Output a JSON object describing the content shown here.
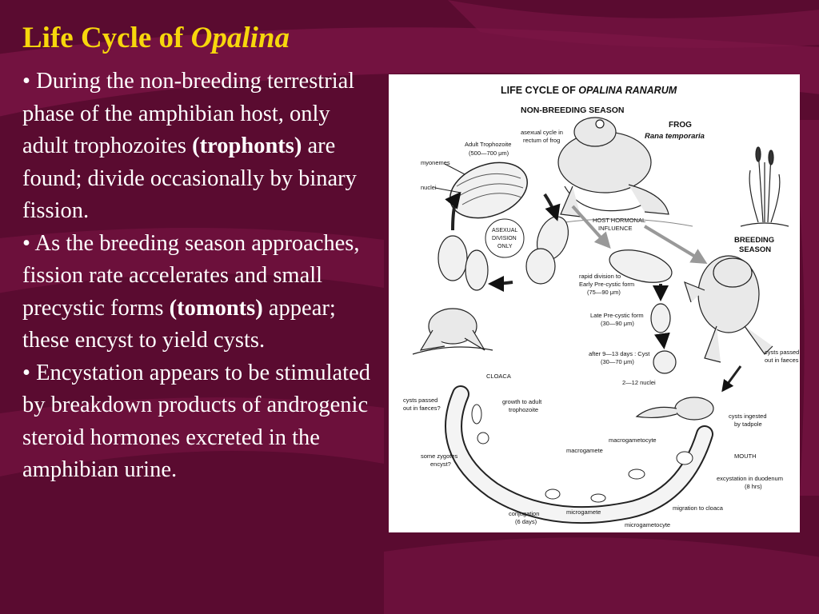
{
  "colors": {
    "background": "#5a0b30",
    "swoosh": "#7c1646",
    "title": "#f7d70c",
    "body_text": "#ffffff",
    "figure_bg": "#ffffff"
  },
  "slide": {
    "title_prefix": "Life Cycle of ",
    "title_italic": "Opalina",
    "bullets": [
      {
        "bullet": "•",
        "before": " During the non-breeding terrestrial phase of the amphibian host, only adult trophozoites ",
        "bold": "(trophonts)",
        "after": " are found; divide occasionally by binary fission."
      },
      {
        "bullet": "•",
        "before": " As the breeding season approaches, fission rate accelerates and small precystic forms ",
        "bold": "(tomonts)",
        "after": " appear; these encyst to yield cysts."
      },
      {
        "bullet": "•",
        "before": " Encystation appears to be stimulated by breakdown products of androgenic steroid hormones excreted in the amphibian urine.",
        "bold": "",
        "after": ""
      }
    ]
  },
  "figure": {
    "heading_prefix": "LIFE CYCLE OF ",
    "heading_italic": "OPALINA RANARUM",
    "season": "NON-BREEDING SEASON",
    "frog_label": "FROG",
    "frog_species": "Rana temporaria",
    "labels": {
      "asexual_cycle_1": "asexual cycle in",
      "asexual_cycle_2": "rectum of frog",
      "adult_troph_1": "Adult Trophozoite",
      "adult_troph_2": "(500—700 μm)",
      "myonemes": "myonemes",
      "nuclei": "nuclei",
      "asexual_div_1": "ASEXUAL",
      "asexual_div_2": "DIVISION",
      "asexual_div_3": "ONLY",
      "hormonal_1": "HOST HORMONAL",
      "hormonal_2": "INFLUENCE",
      "breeding_1": "BREEDING",
      "breeding_2": "SEASON",
      "rapid_1": "rapid division to",
      "rapid_2": "Early Pre-cystic form",
      "rapid_3": "(75—90 μm)",
      "late_1": "Late Pre-cystic form",
      "late_2": "(30—90 μm)",
      "after_1": "after 9—13 days : Cyst",
      "after_2": "(30—70 μm)",
      "nuclei_212": "2—12 nuclei",
      "cysts_faeces_r1": "cysts passed",
      "cysts_faeces_r2": "out in faeces",
      "cloaca": "CLOACA",
      "cysts_faeces_l1": "cysts passed",
      "cysts_faeces_l2": "out in faeces?",
      "growth_1": "growth to adult",
      "growth_2": "trophozoite",
      "ingested_1": "cysts ingested",
      "ingested_2": "by tadpole",
      "zygotes_1": "some zygotes",
      "zygotes_2": "encyst?",
      "macrogamete": "macrogamete",
      "macrogametocyte": "macrogametocyte",
      "mouth": "MOUTH",
      "excystation_1": "excystation in duodenum",
      "excystation_2": "(8 hrs)",
      "migration": "migration to cloaca",
      "conjugation_1": "conjugation",
      "conjugation_2": "(6 days)",
      "microgamete": "microgamete",
      "microgametocyte": "microgametocyte"
    }
  }
}
